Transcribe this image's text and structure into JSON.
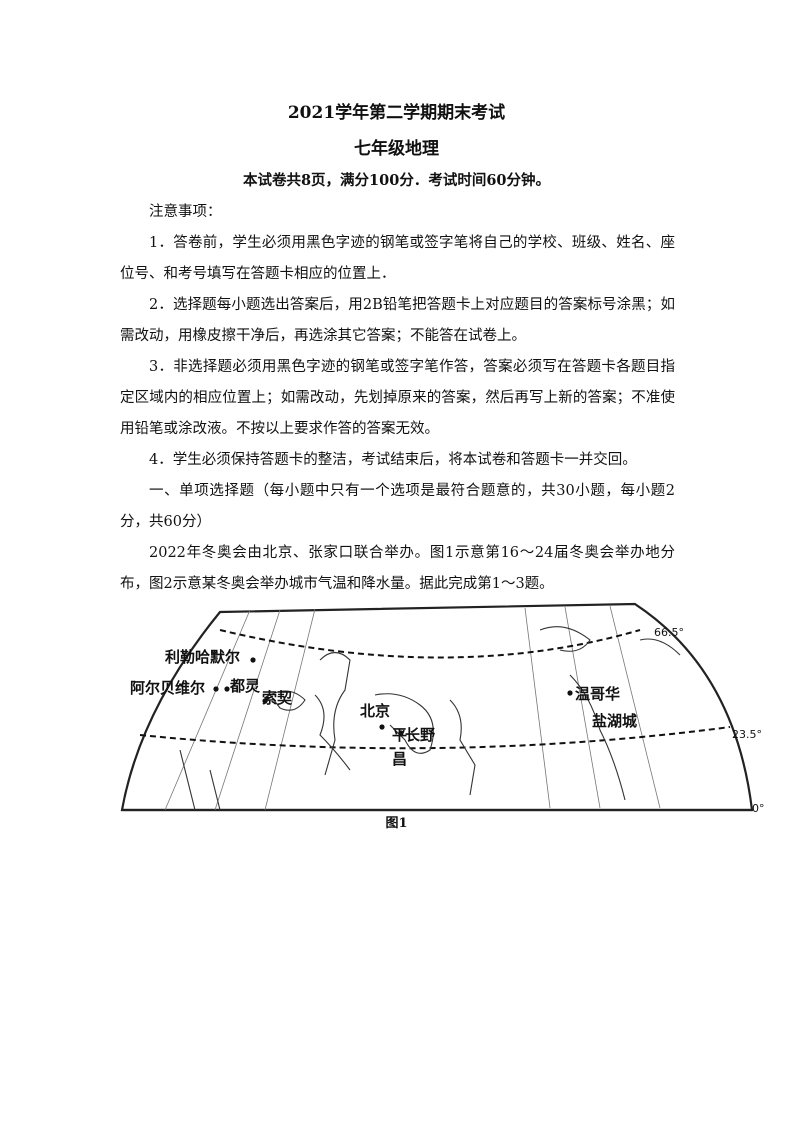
{
  "header": {
    "title": "2021学年第二学期期末考试",
    "subject": "七年级地理",
    "info": "本试卷共8页，满分100分．考试时间60分钟。"
  },
  "notice": {
    "heading": "注意事项：",
    "items": [
      "1．答卷前，学生必须用黑色字迹的钢笔或签字笔将自己的学校、班级、姓名、座位号、和考号填写在答题卡相应的位置上．",
      "2．选择题每小题选出答案后，用2B铅笔把答题卡上对应题目的答案标号涂黑；如需改动，用橡皮擦干净后，再选涂其它答案；不能答在试卷上。",
      "3．非选择题必须用黑色字迹的钢笔或签字笔作答，答案必须写在答题卡各题目指定区域内的相应位置上；如需改动，先划掉原来的答案，然后再写上新的答案；不准使用铅笔或涂改液。不按以上要求作答的答案无效。",
      "4．学生必须保持答题卡的整洁，考试结束后，将本试卷和答题卡一并交回。"
    ]
  },
  "section": {
    "heading": "一、单项选择题（每小题中只有一个选项是最符合题意的，共30小题，每小题2分，共60分）",
    "intro": "2022年冬奥会由北京、张家口联合举办。图1示意第16～24届冬奥会举办地分布，图2示意某冬奥会举办城市气温和降水量。据此完成第1～3题。"
  },
  "map": {
    "caption": "图1",
    "cities": {
      "lillehammer": "利勒哈默尔",
      "albertville": "阿尔贝维尔",
      "turin": "都灵",
      "sochi": "索契",
      "beijing": "北京",
      "pyeongchang_1": "平",
      "pyeongchang_2": "昌",
      "nagano": "长野",
      "vancouver": "温哥华",
      "salt_lake_city": "盐湖城"
    },
    "latitudes": {
      "arctic": "66.5°",
      "tropic": "23.5°",
      "equator": "0°"
    }
  }
}
